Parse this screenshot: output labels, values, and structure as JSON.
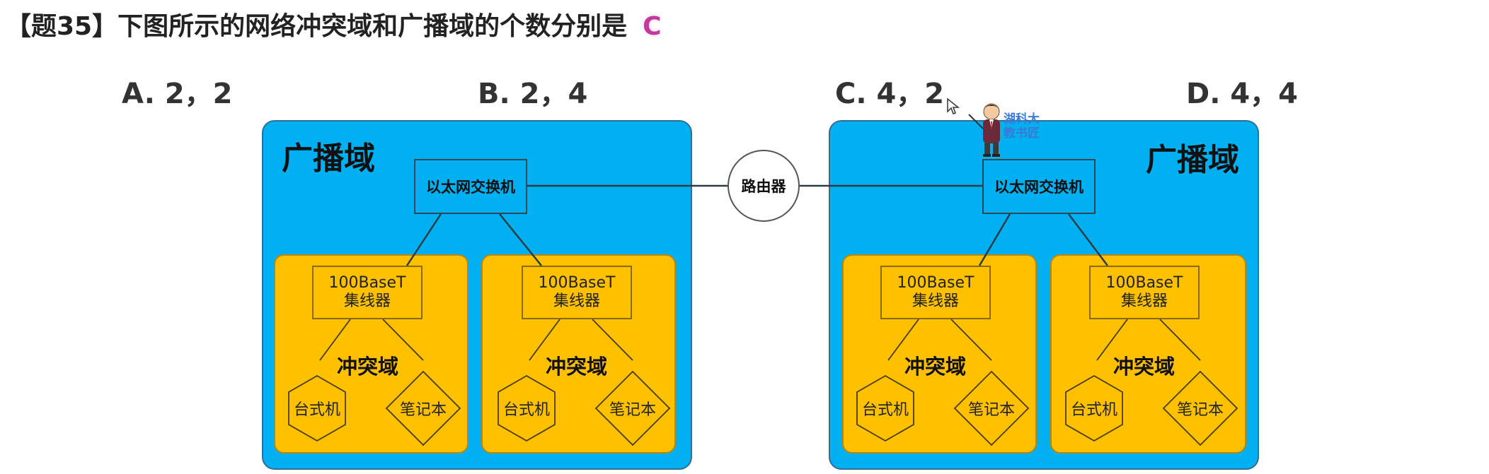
{
  "question": {
    "title": "【题35】下图所示的网络冲突域和广播域的个数分别是",
    "answer": "C"
  },
  "options": [
    {
      "label": "A. 2，2"
    },
    {
      "label": "B. 2，4"
    },
    {
      "label": "C. 4，2"
    },
    {
      "label": "D. 4，4"
    }
  ],
  "diagram": {
    "broadcast_label": "广播域",
    "switch_label": "以太网交换机",
    "router_label": "路由器",
    "hub_line1": "100BaseT",
    "hub_line2": "集线器",
    "collision_label": "冲突域",
    "desktop_label": "台式机",
    "laptop_label": "笔记本",
    "colors": {
      "broadcast_fill": "#00b0f0",
      "collision_fill": "#ffc000",
      "answer_color": "#c0399b"
    }
  },
  "watermark": {
    "line1": "湖科大",
    "line2": "教书匠"
  }
}
